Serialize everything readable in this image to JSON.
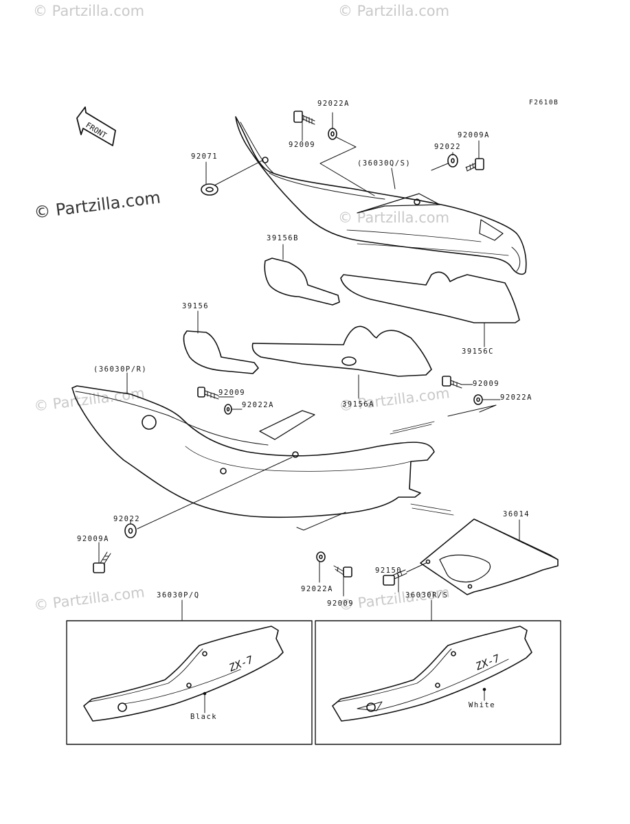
{
  "watermark": "© Partzilla.com",
  "watermark_main": "© Partzilla.com",
  "figure_code": "F2610B",
  "front_label": "FRONT",
  "callouts": {
    "c92022A_top": "92022A",
    "c92009_top": "92009",
    "c92071": "92071",
    "c36030QS": "(36030Q/S)",
    "c92022_right": "92022",
    "c92009A_right": "92009A",
    "c39156B": "39156B",
    "c39156": "39156",
    "c39156C": "39156C",
    "c36030PR": "(36030P/R)",
    "c92009_mid": "92009",
    "c92022A_mid": "92022A",
    "c39156A": "39156A",
    "c92009_right_mid": "92009",
    "c92022A_right_mid": "92022A",
    "c92022_left": "92022",
    "c92009A_left": "92009A",
    "c36014": "36014",
    "c92150": "92150",
    "c92022A_bottom": "92022A",
    "c92009_bottom": "92009",
    "c36030PQ": "36030P/Q",
    "c36030RS": "36030R/S"
  },
  "inset_left": {
    "decal": "ZX-7",
    "color_label": "Black"
  },
  "inset_right": {
    "decal": "ZX-7",
    "color_label": "White"
  }
}
